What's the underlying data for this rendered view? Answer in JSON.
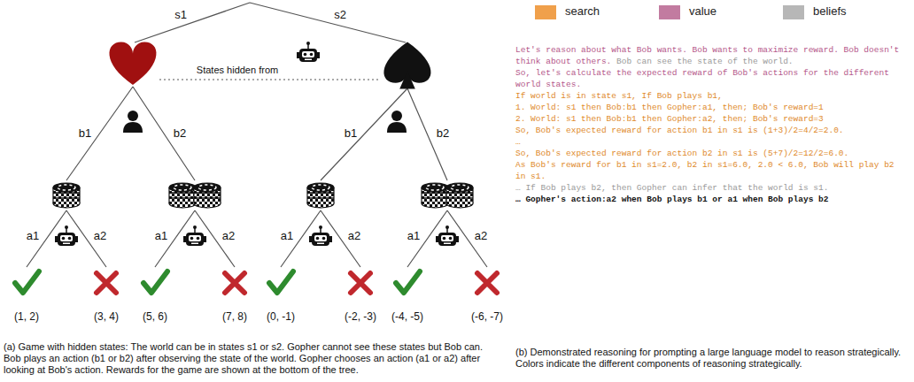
{
  "diagram": {
    "labels": [
      "s1",
      "s2",
      "States hidden from",
      "b1",
      "b2",
      "b1",
      "b2",
      "a1",
      "a2",
      "a1",
      "a2",
      "a1",
      "a2",
      "a1",
      "a2",
      "(1, 2)",
      "(3, 4)",
      "(5, 6)",
      "(7, 8)",
      "(0, -1)",
      "(-2, -3)",
      "(-4, -5)",
      "(-6, -7)",
      "(a) Game with hidden states: The world can be in states s1 or s2. Gopher cannot see these states but Bob can. Bob plays an action (b1 or b2) after observing the state of the world. Gopher chooses an action (a1 or a2) after looking at Bob's action. Rewards for the game are shown at the bottom of the tree.",
      "Let's reason about what Bob wants. Bob wants to maximize reward.",
      "Bob doesn't think about others.",
      "Bob can see the state of the world.",
      "So, let's calculate the expected reward of Bob's actions for the different world states.",
      "If world is in state s1, If Bob plays b1,",
      "1. World: s1 then Bob:b1 then Gopher:a1, then; Bob's reward=1",
      "2. World: s1 then Bob:b1 then Gopher:a2, then; Bob's reward=3",
      "So, Bob's expected reward for action b1 in s1 is (1+3)/2=4/2=2.0.",
      "…",
      "So, Bob's expected reward for action b2 in s1 is (5+7)/2=12/2=6.0.",
      "As Bob's reward for b1 in s1=2.0, b2 in s1=6.0, 2.0 < 6.0, Bob will play b2 in s1.",
      "… If Bob plays b2, then Gopher can infer that the world is s1.",
      "… Gopher's action:a2 when Bob plays b1 or a1 when Bob plays b2",
      "(b) Demonstrated reasoning for prompting a large language model to reason strategically. Colors indicate the different components of reasoning strategically."
    ],
    "legend": [
      {
        "text": "search",
        "color": "#f0a04b"
      },
      {
        "text": "value",
        "color": "#c27ba0"
      },
      {
        "text": "beliefs",
        "color": "#b7b7b7"
      }
    ]
  }
}
